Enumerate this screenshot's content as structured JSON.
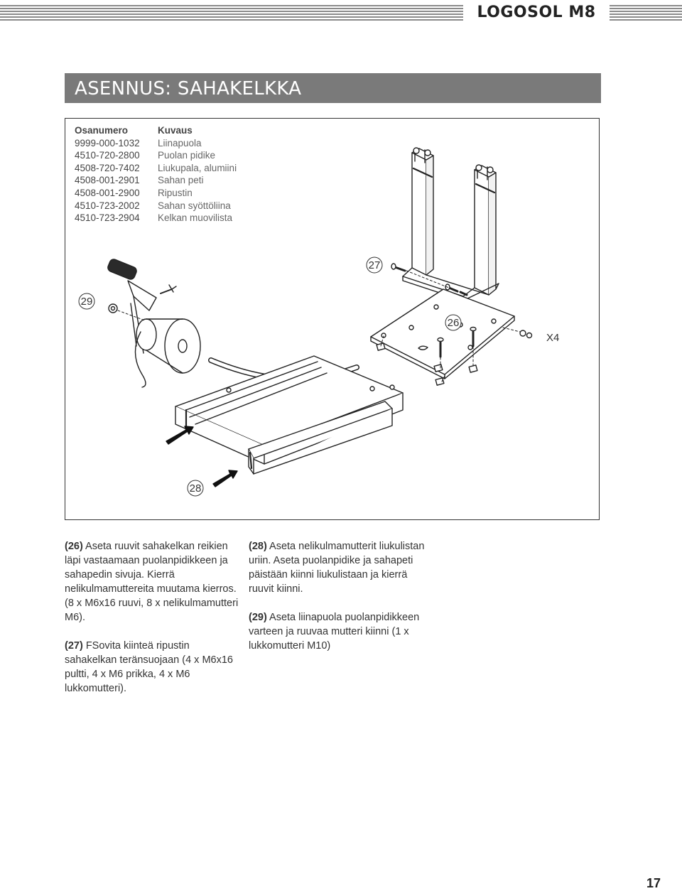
{
  "header": {
    "brand": "LOGOSOL M8"
  },
  "title": "ASENNUS: SAHAKELKKA",
  "parts": {
    "headers": {
      "number": "Osanumero",
      "description": "Kuvaus"
    },
    "rows": [
      {
        "number": "9999-000-1032",
        "description": "Liinapuola"
      },
      {
        "number": "4510-720-2800",
        "description": "Puolan pidike"
      },
      {
        "number": "4508-720-7402",
        "description": "Liukupala, alumiini"
      },
      {
        "number": "4508-001-2901",
        "description": "Sahan peti"
      },
      {
        "number": "4508-001-2900",
        "description": "Ripustin"
      },
      {
        "number": "4510-723-2002",
        "description": "Sahan syöttöliina"
      },
      {
        "number": "4510-723-2904",
        "description": "Kelkan muovilista"
      }
    ]
  },
  "diagram": {
    "callouts": {
      "c27": "27",
      "c29": "29",
      "c26": "26",
      "c28": "28"
    },
    "quantity": "X4"
  },
  "instructions": {
    "step26": {
      "num": "(26)",
      "text": " Aseta ruuvit sahakelkan reikien läpi vastaamaan puolanpidikkeen ja sahapedin sivuja. Kierrä nelikulmamuttereita muutama kierros. (8 x M6x16 ruuvi, 8 x nelikulmamutteri M6)."
    },
    "step27": {
      "num": "(27)",
      "text": " FSovita kiinteä ripustin sahakelkan teränsuojaan (4 x M6x16 pultti, 4 x M6 prikka, 4 x M6 lukkomutteri)."
    },
    "step28": {
      "num": "(28)",
      "text": " Aseta nelikulmamutterit liukulistan uriin. Aseta puolanpidike ja sahapeti päistään kiinni liukulistaan ja kierrä ruuvit kiinni."
    },
    "step29": {
      "num": "(29)",
      "text": " Aseta liinapuola puolanpidikkeen varteen ja ruuvaa mutteri kiinni (1 x lukkomutteri M10)"
    }
  },
  "page_number": "17"
}
